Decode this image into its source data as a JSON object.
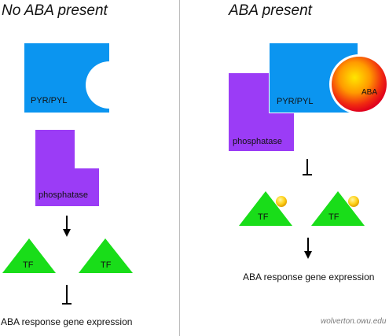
{
  "left_panel": {
    "title": "No ABA present",
    "receptor_label": "PYR/PYL",
    "phosphatase_label": "phosphatase",
    "tf_labels": [
      "TF",
      "TF"
    ],
    "output_label": "ABA response gene expression"
  },
  "right_panel": {
    "title": "ABA present",
    "receptor_label": "PYR/PYL",
    "aba_label": "ABA",
    "phosphatase_label": "phosphatase",
    "tf_labels": [
      "TF",
      "TF"
    ],
    "output_label": "ABA response gene expression"
  },
  "credit": "wolverton.owu.edu",
  "colors": {
    "receptor": "#0b95f0",
    "phosphatase": "#9b3cf6",
    "tf": "#19dd19",
    "aba_core": "#ffb000",
    "aba_edge": "#e0001c",
    "phosphate": "#ffd21a"
  }
}
